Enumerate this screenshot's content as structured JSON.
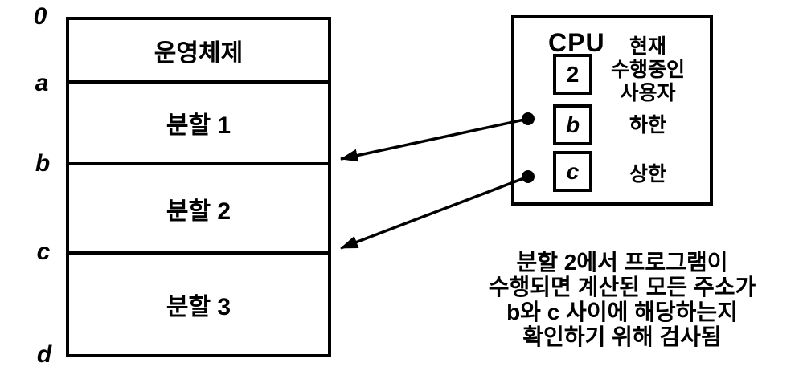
{
  "colors": {
    "ink": "#000000",
    "paper": "#ffffff"
  },
  "memory_map": {
    "address_labels": [
      "0",
      "a",
      "b",
      "c",
      "d"
    ],
    "sections": [
      {
        "label": "운영체제"
      },
      {
        "label": "분할 1"
      },
      {
        "label": "분할 2"
      },
      {
        "label": "분할 3"
      }
    ]
  },
  "cpu": {
    "title": "CPU",
    "registers": [
      {
        "value": "2",
        "description": "현재\n수행중인\n사용자"
      },
      {
        "value": "b",
        "description": "하한"
      },
      {
        "value": "c",
        "description": "상한"
      }
    ]
  },
  "caption": {
    "text": "분할 2에서 프로그램이\n수행되면 계산된 모든 주소가\nb와 c 사이에 해당하는지\n확인하기 위해 검사됨"
  }
}
